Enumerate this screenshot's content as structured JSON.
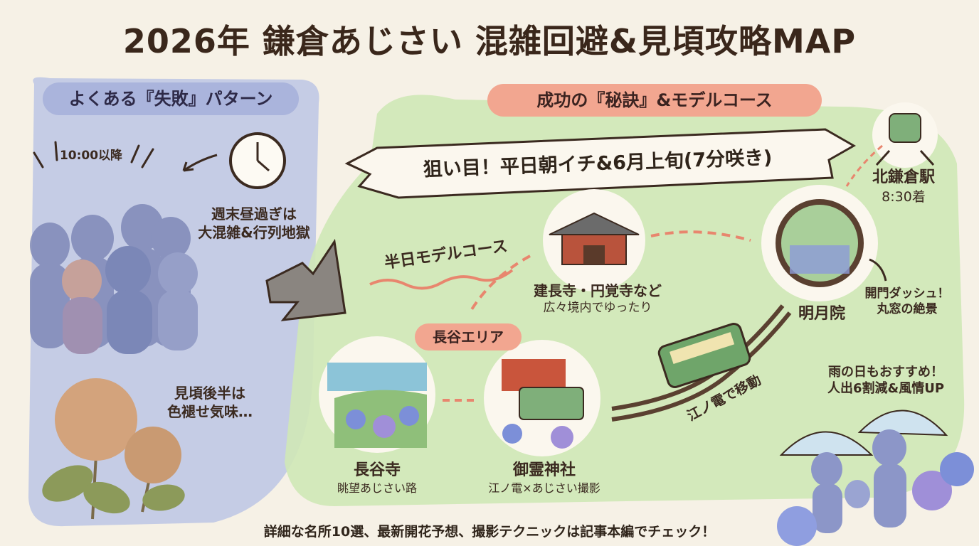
{
  "title": "2026年 鎌倉あじさい 混雑回避&見頃攻略MAP",
  "left_panel": {
    "header": "よくある『失敗』パターン",
    "time_label": "10:00以降",
    "crowd_caption_line1": "週末昼過ぎは",
    "crowd_caption_line2": "大混雑&行列地獄",
    "wilted_caption_line1": "見頃後半は",
    "wilted_caption_line2": "色褪せ気味…"
  },
  "right_panel": {
    "header": "成功の『秘訣』&モデルコース",
    "banner": "狙い目！平日朝イチ&6月上旬(7分咲き)",
    "half_day_label": "半日モデルコース",
    "station_name": "北鎌倉駅",
    "station_time": "8:30着",
    "kenchoji_name": "建長寺・円覚寺など",
    "kenchoji_desc": "広々境内でゆったり",
    "meigetsuin_name": "明月院",
    "meigetsuin_note_line1": "開門ダッシュ！",
    "meigetsuin_note_line2": "丸窓の絶景",
    "hase_area_label": "長谷エリア",
    "hasedera_name": "長谷寺",
    "hasedera_desc": "眺望あじさい路",
    "goryo_name": "御霊神社",
    "goryo_desc": "江ノ電×あじさい撮影",
    "enoden_label": "江ノ電で移動",
    "rain_line1": "雨の日もおすすめ！",
    "rain_line2": "人出6割減&風情UP"
  },
  "footer": "詳細な名所10選、最新開花予想、撮影テクニックは記事本編でチェック！",
  "colors": {
    "background": "#f6f1e6",
    "left_panel": "#bcc5e4",
    "right_panel": "#cfe8b6",
    "salmon": "#f2a690",
    "arrow": "#e8866e",
    "hydrangea": "#7c8fd8"
  }
}
